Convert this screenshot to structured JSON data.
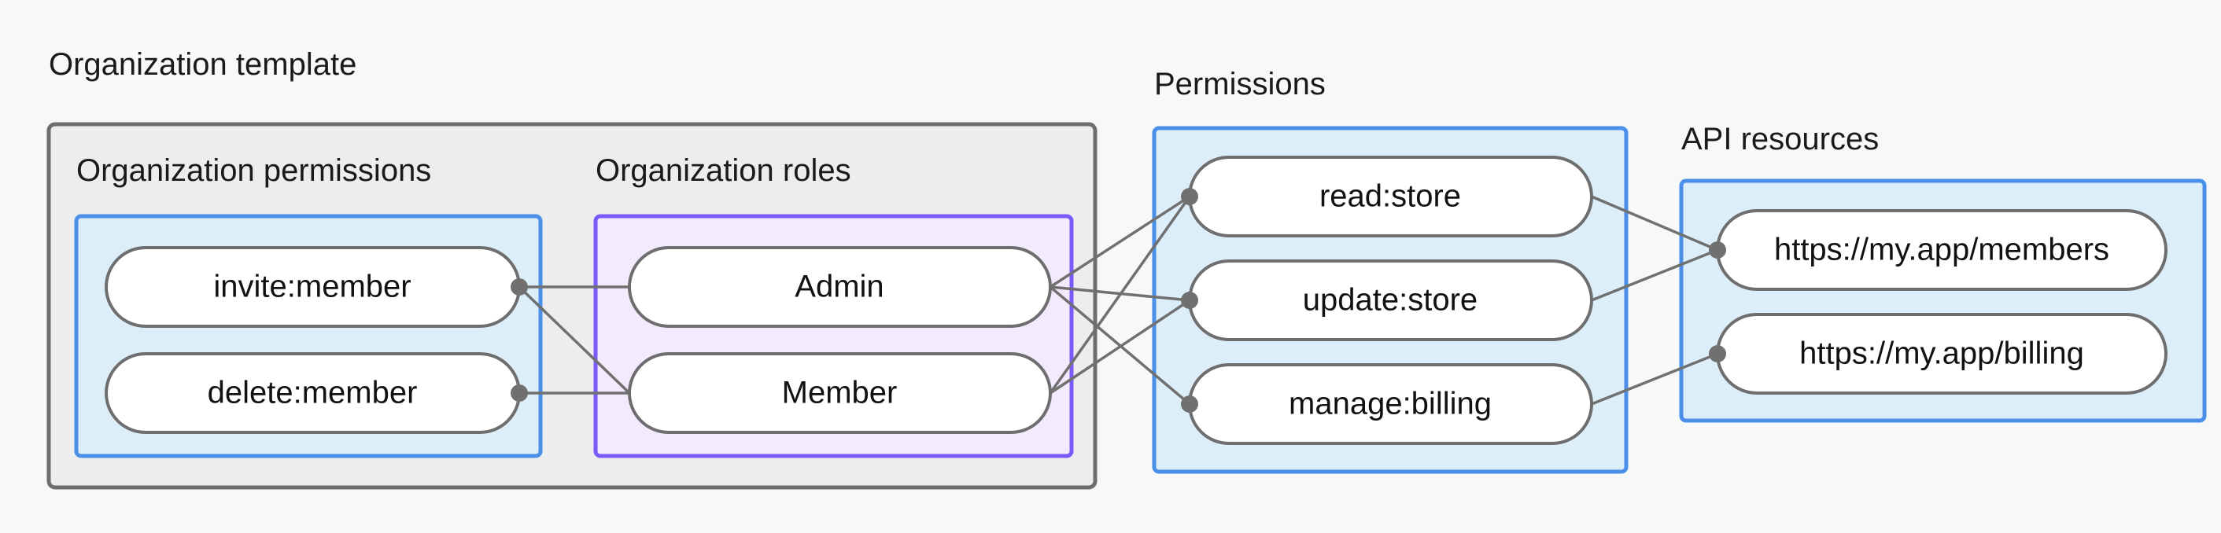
{
  "diagram": {
    "background_color": "#F7F8F8",
    "groups": [
      {
        "id": "organization-template",
        "title": "Organization template",
        "style": "outer-gray",
        "fill": "#EDEDED",
        "border": "#6E6E6E"
      },
      {
        "id": "organization-permissions",
        "title": "Organization permissions",
        "style": "blue",
        "fill": "#DDEEFB",
        "border": "#4A90E8"
      },
      {
        "id": "organization-roles",
        "title": "Organization roles",
        "style": "purple",
        "fill": "#F3EBFD",
        "border": "#7A5AF8"
      },
      {
        "id": "permissions",
        "title": "Permissions",
        "style": "blue",
        "fill": "#DDEEFB",
        "border": "#4A90E8"
      },
      {
        "id": "api-resources",
        "title": "API resources",
        "style": "blue",
        "fill": "#DDEEFB",
        "border": "#4A90E8"
      }
    ],
    "nodes": [
      {
        "id": "invite-member",
        "label": "invite:member",
        "group": "organization-permissions"
      },
      {
        "id": "delete-member",
        "label": "delete:member",
        "group": "organization-permissions"
      },
      {
        "id": "admin",
        "label": "Admin",
        "group": "organization-roles"
      },
      {
        "id": "member",
        "label": "Member",
        "group": "organization-roles"
      },
      {
        "id": "read-store",
        "label": "read:store",
        "group": "permissions"
      },
      {
        "id": "update-store",
        "label": "update:store",
        "group": "permissions"
      },
      {
        "id": "manage-billing",
        "label": "manage:billing",
        "group": "permissions"
      },
      {
        "id": "res-members",
        "label": "https://my.app/members",
        "group": "api-resources"
      },
      {
        "id": "res-billing",
        "label": "https://my.app/billing",
        "group": "api-resources"
      }
    ],
    "edges": [
      {
        "from": "invite-member",
        "to": "admin"
      },
      {
        "from": "invite-member",
        "to": "member"
      },
      {
        "from": "delete-member",
        "to": "member"
      },
      {
        "from": "admin",
        "to": "read-store"
      },
      {
        "from": "admin",
        "to": "update-store"
      },
      {
        "from": "admin",
        "to": "manage-billing"
      },
      {
        "from": "member",
        "to": "read-store"
      },
      {
        "from": "member",
        "to": "update-store"
      },
      {
        "from": "read-store",
        "to": "res-members"
      },
      {
        "from": "update-store",
        "to": "res-members"
      },
      {
        "from": "manage-billing",
        "to": "res-billing"
      }
    ],
    "edge_color": "#707070",
    "node_fill": "#FFFFFF",
    "node_border": "#6E6E6E",
    "text_color": "#1A1A1A"
  }
}
